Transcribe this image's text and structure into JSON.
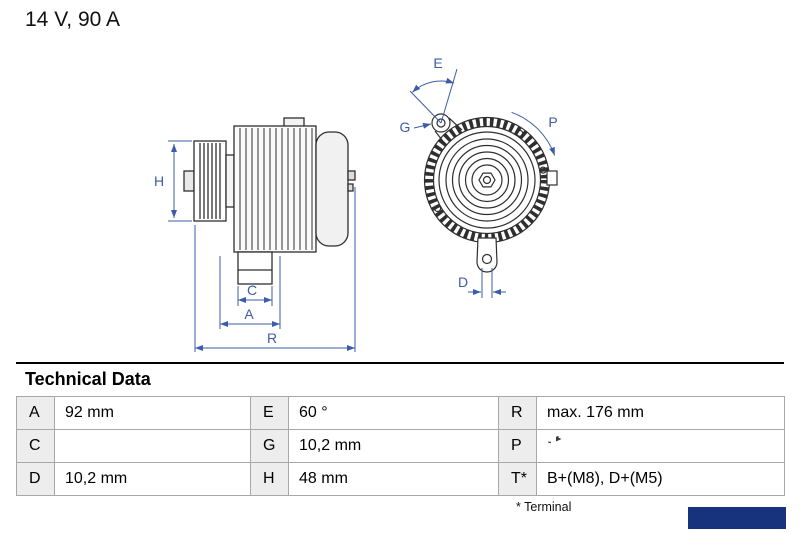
{
  "header": {
    "rating": "14 V, 90 A"
  },
  "diagram": {
    "dimension_color": "#3b5ca8",
    "labels": {
      "h": "H",
      "c": "C",
      "a": "A",
      "r": "R",
      "e": "E",
      "g": "G",
      "p": "P",
      "d": "D"
    }
  },
  "technical_data": {
    "title": "Technical Data",
    "rows": [
      [
        {
          "label": "A",
          "value": "92 mm"
        },
        {
          "label": "E",
          "value": "60 °"
        },
        {
          "label": "R",
          "value": "max. 176 mm"
        }
      ],
      [
        {
          "label": "C",
          "value": ""
        },
        {
          "label": "G",
          "value": "10,2 mm"
        },
        {
          "label": "P",
          "value": "",
          "icon": "rotation-clockwise"
        }
      ],
      [
        {
          "label": "D",
          "value": "10,2 mm"
        },
        {
          "label": "H",
          "value": "48 mm"
        },
        {
          "label": "T*",
          "value": "B+(M8), D+(M5)"
        }
      ]
    ],
    "footnote": "* Terminal"
  }
}
